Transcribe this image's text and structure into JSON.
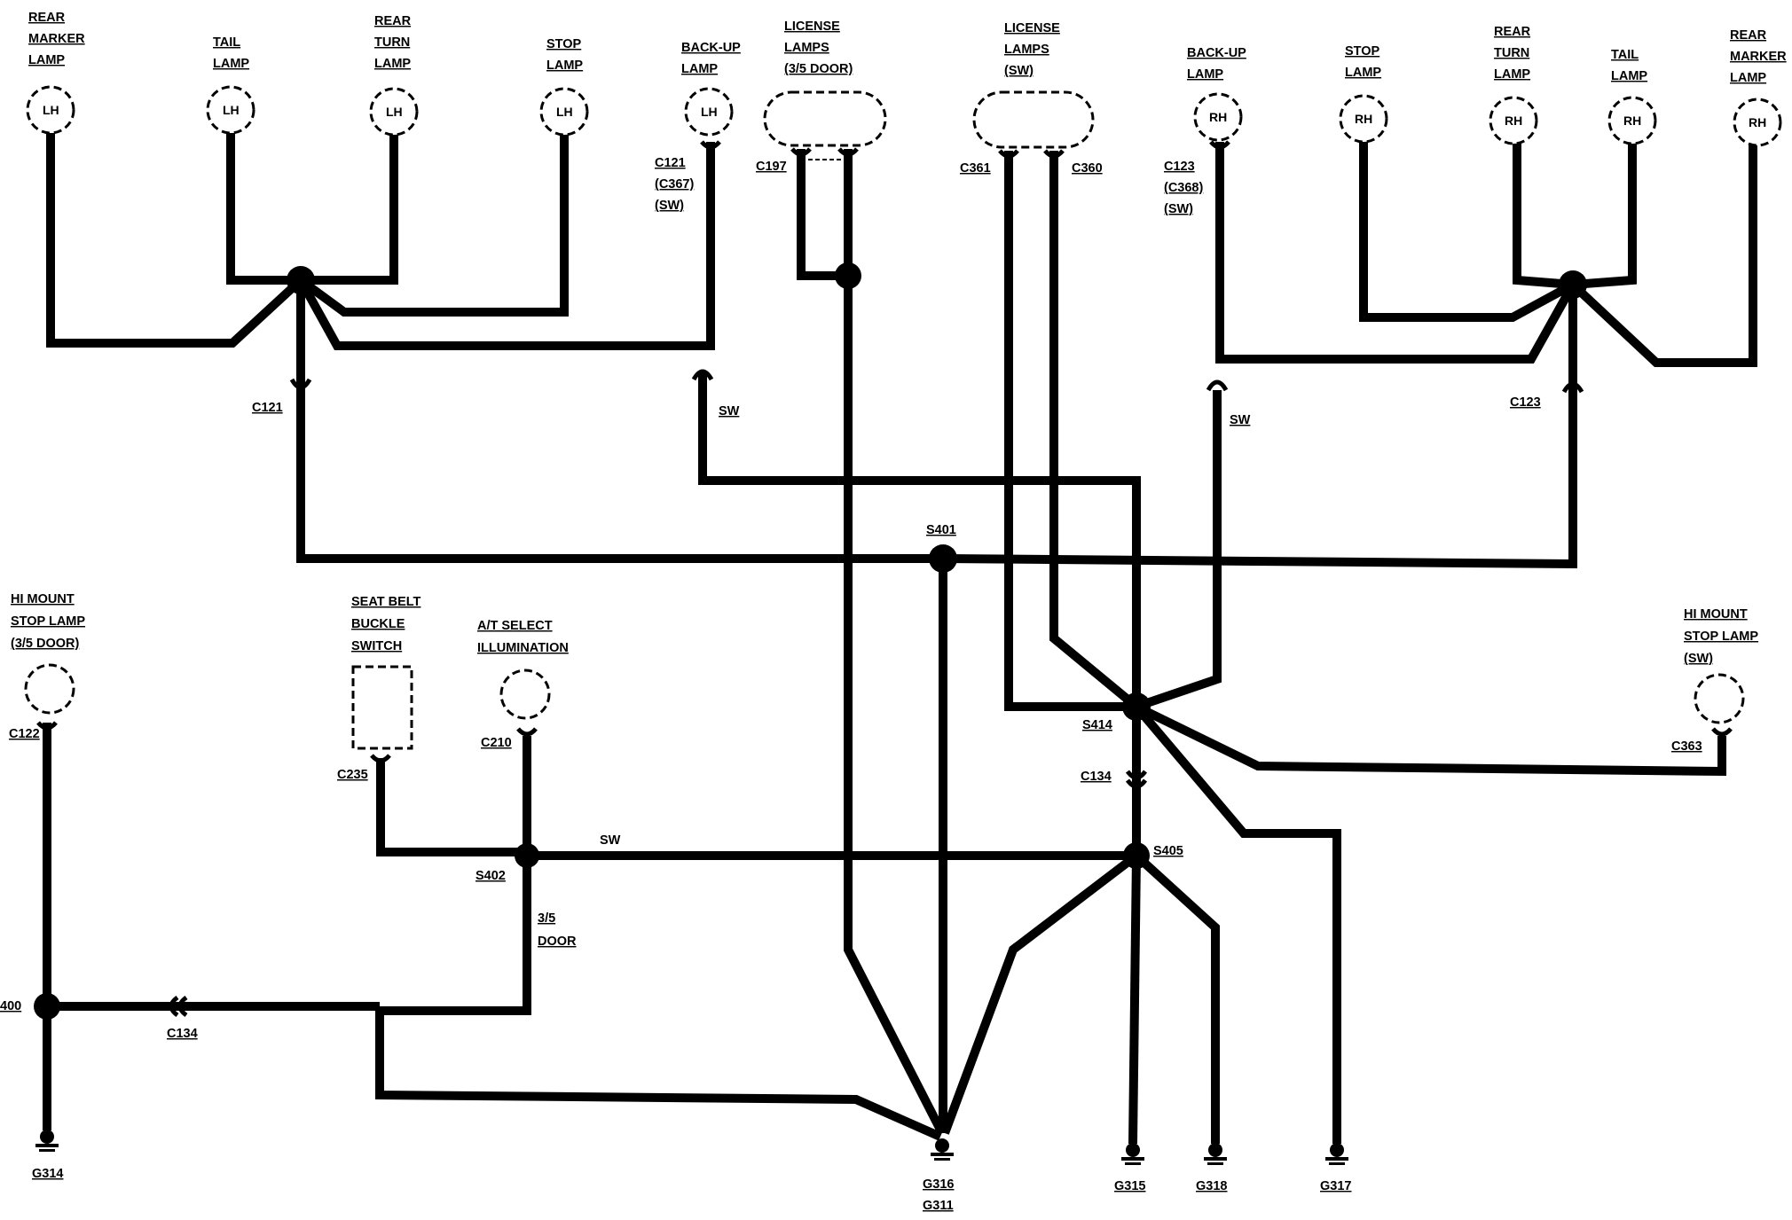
{
  "labels": {
    "rear_marker_lh": [
      "REAR",
      "MARKER",
      "LAMP"
    ],
    "tail_lh": [
      "TAIL",
      "LAMP"
    ],
    "rear_turn_lh": [
      "REAR",
      "TURN",
      "LAMP"
    ],
    "stop_lh": [
      "STOP",
      "LAMP"
    ],
    "backup_lh": [
      "BACK-UP",
      "LAMP"
    ],
    "license_35": [
      "LICENSE",
      "LAMPS",
      "(3/5 DOOR)"
    ],
    "license_sw": [
      "LICENSE",
      "LAMPS",
      "(SW)"
    ],
    "backup_rh": [
      "BACK-UP",
      "LAMP"
    ],
    "stop_rh": [
      "STOP",
      "LAMP"
    ],
    "rear_turn_rh": [
      "REAR",
      "TURN",
      "LAMP"
    ],
    "tail_rh": [
      "TAIL",
      "LAMP"
    ],
    "rear_marker_rh": [
      "REAR",
      "MARKER",
      "LAMP"
    ],
    "hi_mount_35": [
      "HI MOUNT",
      "STOP LAMP",
      "(3/5 DOOR)"
    ],
    "seat_belt": [
      "SEAT BELT",
      "BUCKLE",
      "SWITCH"
    ],
    "at_select": [
      "A/T SELECT",
      "ILLUMINATION"
    ],
    "hi_mount_sw": [
      "HI MOUNT",
      "STOP LAMP",
      "(SW)"
    ]
  },
  "lamp_text": {
    "lh": "LH",
    "rh": "RH"
  },
  "connectors": {
    "c121_lh": [
      "C121",
      "(C367)",
      "(SW)"
    ],
    "c121": "C121",
    "c197": "C197",
    "c361": "C361",
    "c360": "C360",
    "c123_rh": [
      "C123",
      "(C368)",
      "(SW)"
    ],
    "c123": "C123",
    "c122": "C122",
    "c235": "C235",
    "c210": "C210",
    "c134_mid": "C134",
    "c134_left": "C134",
    "c363": "C363"
  },
  "splices": {
    "s401": "S401",
    "s414": "S414",
    "s405": "S405",
    "s402": "S402",
    "s400": "400"
  },
  "grounds": {
    "g314": "G314",
    "g316": "G316",
    "g311": "G311",
    "g315": "G315",
    "g318": "G318",
    "g317": "G317"
  },
  "notes": {
    "sw_left": "SW",
    "sw_right": "SW",
    "sw_mid": "SW",
    "door35": [
      "3/5",
      "DOOR"
    ]
  }
}
